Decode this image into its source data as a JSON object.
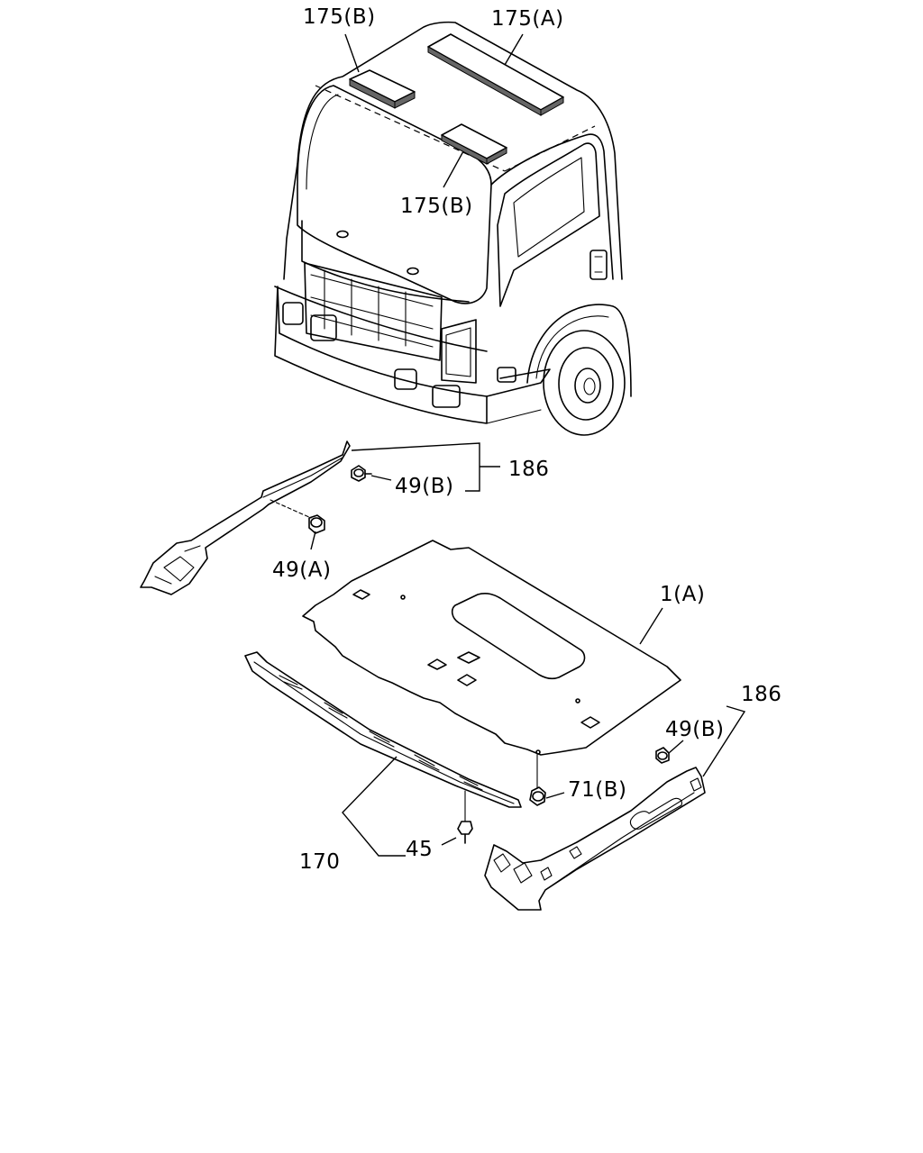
{
  "labels": {
    "l175a": "175(A)",
    "l175b_top": "175(B)",
    "l175b_mid": "175(B)",
    "l186_top": "186",
    "l49b_top": "49(B)",
    "l49a": "49(A)",
    "l1a": "1(A)",
    "l186_right": "186",
    "l49b_right": "49(B)",
    "l71b": "71(B)",
    "l170": "170",
    "l45": "45"
  }
}
